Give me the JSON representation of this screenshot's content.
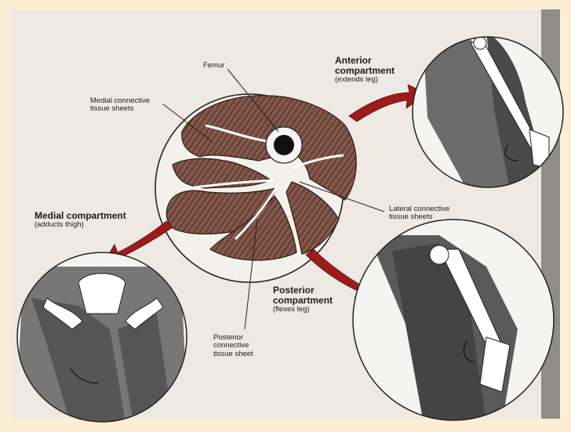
{
  "labels": {
    "femur": "Femur",
    "medial_sheets": [
      "Medial connective",
      "tissue sheets"
    ],
    "anterior": {
      "title": [
        "Anterior",
        "compartment"
      ],
      "sub": "(extends leg)"
    },
    "lateral_sheets": [
      "Lateral connective",
      "tissue sheets"
    ],
    "medial": {
      "title": "Medial compartment",
      "sub": "(adducts thigh)"
    },
    "posterior": {
      "title": [
        "Posterior",
        "compartment"
      ],
      "sub": "(flexes leg)"
    },
    "posterior_sheet": [
      "Posterior",
      "connective",
      "tissue sheet"
    ]
  },
  "colors": {
    "frame": "#fbeed4",
    "paper": "#eeeae3",
    "muscle": "#7a4f43",
    "muscle_dark": "#4e2f27",
    "gray_tissue": "#6b6b6b",
    "arrow": "#9c1c1c",
    "bone": "#ffffff"
  }
}
